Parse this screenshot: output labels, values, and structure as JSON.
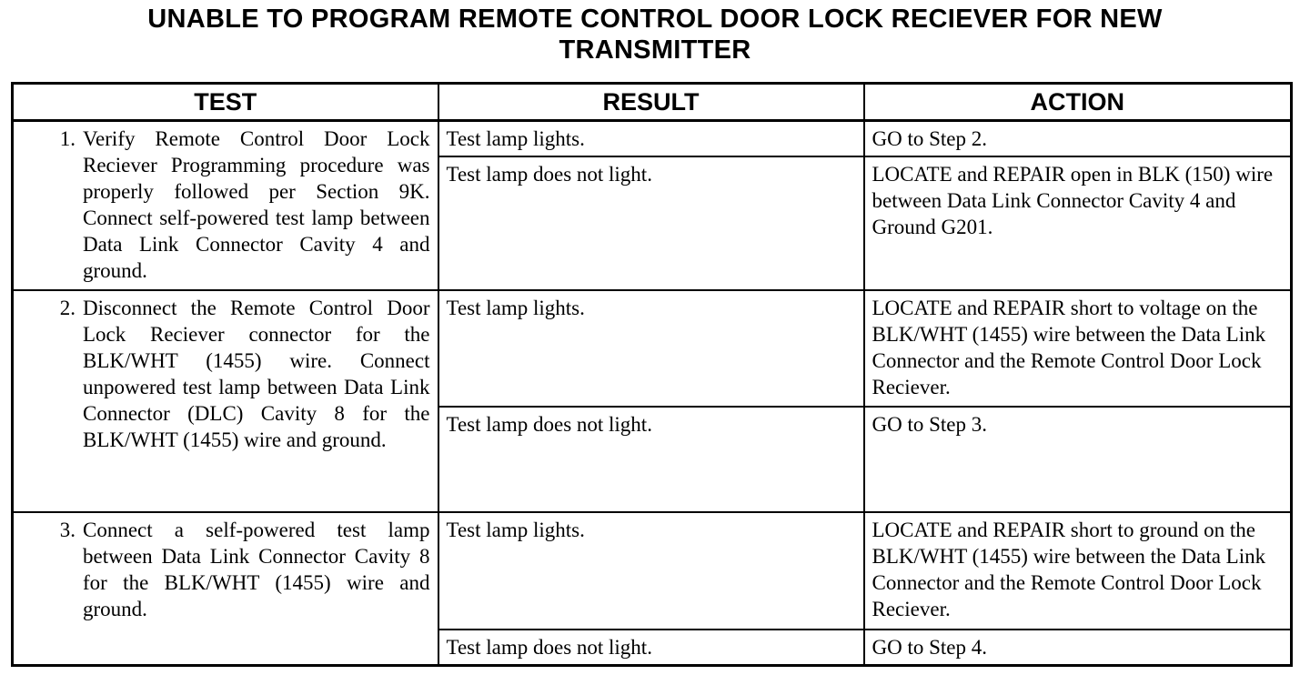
{
  "document": {
    "title_line1": "UNABLE TO PROGRAM REMOTE CONTROL DOOR LOCK RECIEVER FOR NEW",
    "title_line2": "TRANSMITTER"
  },
  "table": {
    "headers": {
      "test": "TEST",
      "result": "RESULT",
      "action": "ACTION"
    },
    "steps": [
      {
        "number": "1.",
        "test": "Verify Remote Control Door Lock Reciever Programming procedure was properly followed per Section 9K. Connect self-powered test lamp between Data Link Connector Cavity 4 and ground.",
        "rows": [
          {
            "result": "Test lamp lights.",
            "action": "GO to Step 2."
          },
          {
            "result": "Test lamp does not light.",
            "action": "LOCATE and REPAIR open in BLK (150) wire between Data Link Connector Cavity 4 and Ground G201."
          }
        ]
      },
      {
        "number": "2.",
        "test": "Disconnect the Remote Control Door Lock Reciever connector for the BLK/WHT (1455) wire. Connect unpowered test lamp between Data Link Connector (DLC) Cavity 8 for the BLK/WHT (1455) wire and ground.",
        "rows": [
          {
            "result": "Test lamp lights.",
            "action": "LOCATE and REPAIR short to voltage on the BLK/WHT (1455) wire between the Data Link Connector and the Remote Control Door Lock Reciever."
          },
          {
            "result": "Test lamp does not light.",
            "action": "GO to Step 3."
          }
        ]
      },
      {
        "number": "3.",
        "test": "Connect a self-powered test lamp between Data Link Connector Cavity 8 for the BLK/WHT (1455) wire and ground.",
        "rows": [
          {
            "result": "Test lamp lights.",
            "action": "LOCATE and REPAIR short to ground on the BLK/WHT (1455) wire between the Data Link Connector and the Remote Control Door Lock Reciever."
          },
          {
            "result": "Test lamp does not light.",
            "action": "GO to Step 4."
          }
        ]
      }
    ]
  }
}
